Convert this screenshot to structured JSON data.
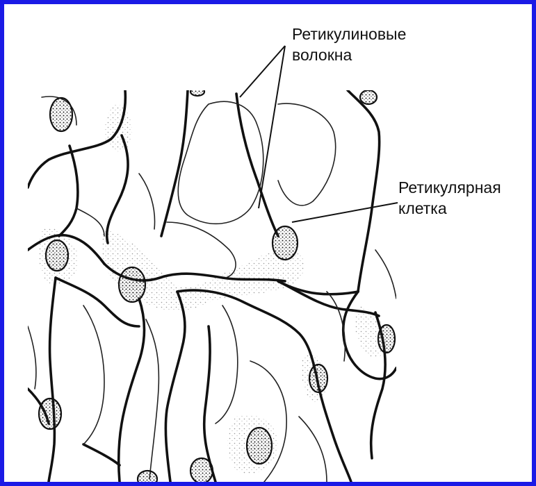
{
  "labels": {
    "fibers": {
      "line1": "Ретикулиновые",
      "line2": "волокна"
    },
    "cell": {
      "line1": "Ретикулярная",
      "line2": "клетка"
    }
  },
  "colors": {
    "frame": "#1a1ae6",
    "ink": "#111111",
    "stipple": "#777777"
  }
}
